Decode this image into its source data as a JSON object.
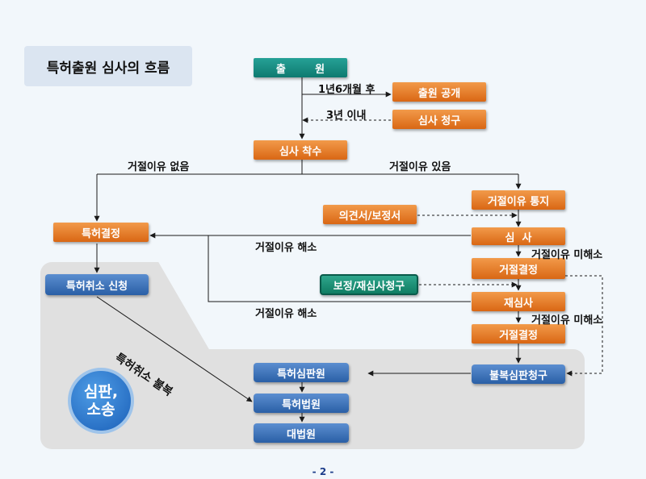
{
  "title": "특허출원 심사의 흐름",
  "nodes": {
    "filing": "출        원",
    "publication": "출원 공개",
    "exam_request": "심사 청구",
    "exam_start": "심사 착수",
    "rejection_notice": "거절이유 통지",
    "opinion": "의견서/보정서",
    "examination": "심  사",
    "rejection_decision_1": "거절결정",
    "amend_reexam": "보정/재심사청구",
    "reexamination": "재심사",
    "rejection_decision_2": "거절결정",
    "appeal_request": "불복심판청구",
    "registration": "특허결정",
    "invalidation": "특허취소 신청",
    "trial_board": "특허심판원",
    "patent_court": "특허법원",
    "supreme_court": "대법원",
    "trial_litigation": "심판,\n소송"
  },
  "labels": {
    "after_18m": "1년6개월 후",
    "within_3y": "3년 이내",
    "no_reason": "거절이유 없음",
    "has_reason": "거절이유 있음",
    "resolved_1": "거절이유 해소",
    "unresolved_1": "거절이유 미해소",
    "resolved_2": "거절이유 해소",
    "unresolved_2": "거절이유 미해소",
    "appeal_invalidation": "특허취소 불복"
  },
  "page_number": "- 2 -",
  "colors": {
    "orange": "#e07a2a",
    "blue": "#3a6fb8",
    "teal": "#14877c",
    "zone": "#e0e0e0",
    "arrow": "#1a1a1a"
  }
}
